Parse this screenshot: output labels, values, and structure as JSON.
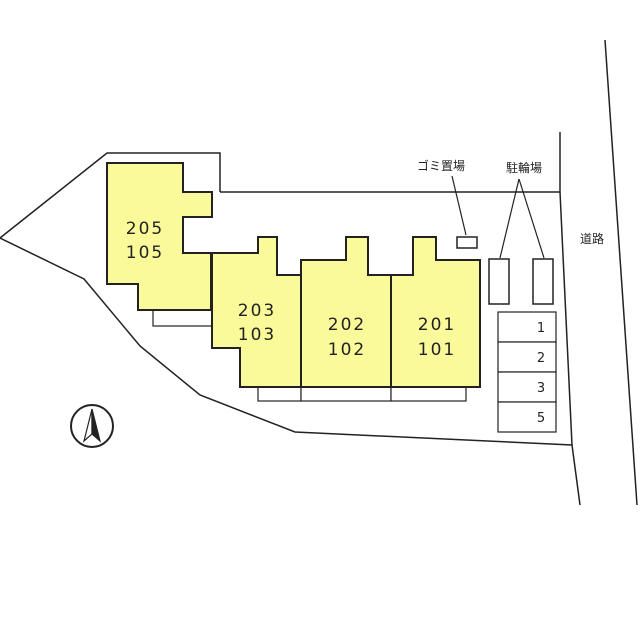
{
  "site_plan": {
    "labels": {
      "garbage": "ゴミ置場",
      "bicycle": "駐輪場",
      "road": "道路"
    },
    "buildings": [
      {
        "upper": "205",
        "lower": "105"
      },
      {
        "upper": "203",
        "lower": "103"
      },
      {
        "upper": "202",
        "lower": "102"
      },
      {
        "upper": "201",
        "lower": "101"
      }
    ],
    "parking_spaces": [
      "1",
      "2",
      "3",
      "5"
    ],
    "colors": {
      "building_fill": "#fafa9a",
      "outline": "#222222"
    },
    "north_arrow": "north-arrow-icon"
  }
}
